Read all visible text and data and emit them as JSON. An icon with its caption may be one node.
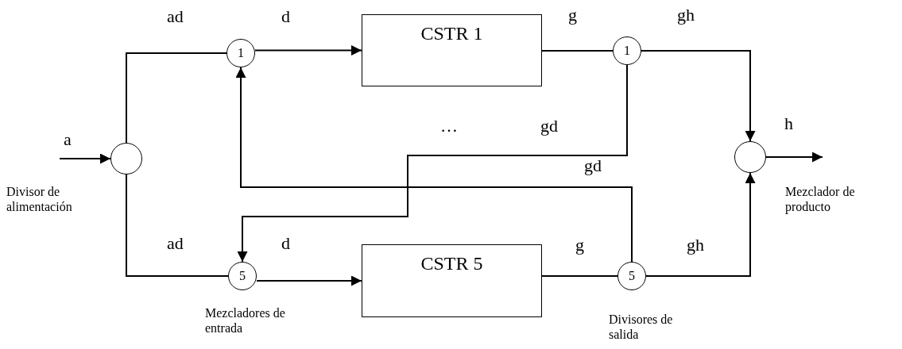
{
  "diagram": {
    "nodes": [
      {
        "text": [],
        "shape": "circle",
        "beside": [
          "Divisor de alimentación"
        ]
      },
      {
        "text": [
          "1"
        ]
      },
      {
        "text": [
          "CSTR 1"
        ]
      },
      {
        "text": [
          "1"
        ]
      },
      {
        "text": [],
        "shape": "circle",
        "beside": [
          "Mezclador de producto"
        ]
      },
      {
        "text": [
          "5"
        ],
        "beside": [
          "Mezcladores de entrada"
        ]
      },
      {
        "text": [
          "CSTR 5"
        ]
      },
      {
        "text": [
          "5"
        ],
        "beside": [
          "Divisores de salida"
        ]
      }
    ],
    "edges": [
      {
        "from": null,
        "to": 0,
        "arrow": "to",
        "label": "a"
      },
      {
        "from": 0,
        "to": 1,
        "arrow": "none",
        "label": "ad"
      },
      {
        "from": 1,
        "to": 2,
        "arrow": "to",
        "label": "d"
      },
      {
        "from": 2,
        "to": 3,
        "arrow": "none",
        "label": "g"
      },
      {
        "from": 3,
        "to": 4,
        "arrow": "to",
        "label": "gh"
      },
      {
        "from": 4,
        "to": null,
        "arrow": "to",
        "label": "h"
      },
      {
        "from": 0,
        "to": 5,
        "arrow": "none",
        "label": "ad"
      },
      {
        "from": 5,
        "to": 6,
        "arrow": "to",
        "label": "d"
      },
      {
        "from": 6,
        "to": 7,
        "arrow": "none",
        "label": "g"
      },
      {
        "from": 7,
        "to": 4,
        "arrow": "to",
        "label": "gh"
      },
      {
        "from": 3,
        "to": 5,
        "arrow": "to",
        "label": "gd"
      },
      {
        "from": 7,
        "to": 1,
        "arrow": "to",
        "label": "gd"
      }
    ],
    "labels": [
      "…"
    ]
  }
}
